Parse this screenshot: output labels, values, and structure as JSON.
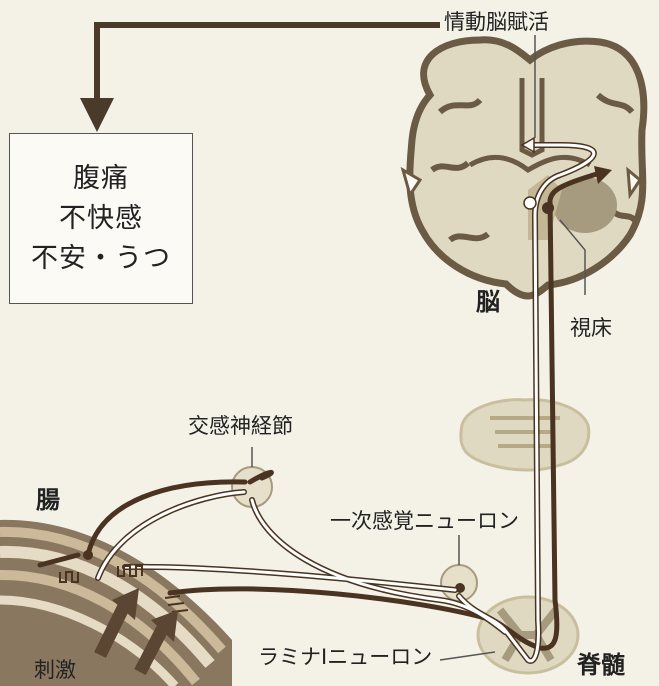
{
  "labels": {
    "emotional_brain_activity": "情動脳賦活",
    "brain": "脳",
    "thalamus": "視床",
    "sympathetic_ganglion": "交感神経節",
    "intestine": "腸",
    "primary_sensory_neuron": "一次感覚ニューロン",
    "lamina_i_neuron": "ラミナIニューロン",
    "spinal_cord": "脊髄",
    "stimulus": "刺激"
  },
  "symptoms": [
    "腹痛",
    "不快感",
    "不安・うつ"
  ],
  "colors": {
    "background": "#f4f1e6",
    "brain_fill": "#e0d9c2",
    "brain_outline": "#6b5a44",
    "nerve_dark": "#4a3320",
    "nerve_light": "#ffffff",
    "arrow": "#3b2a1a",
    "gut_dark": "#8a7760",
    "gut_light": "#cbb999"
  }
}
